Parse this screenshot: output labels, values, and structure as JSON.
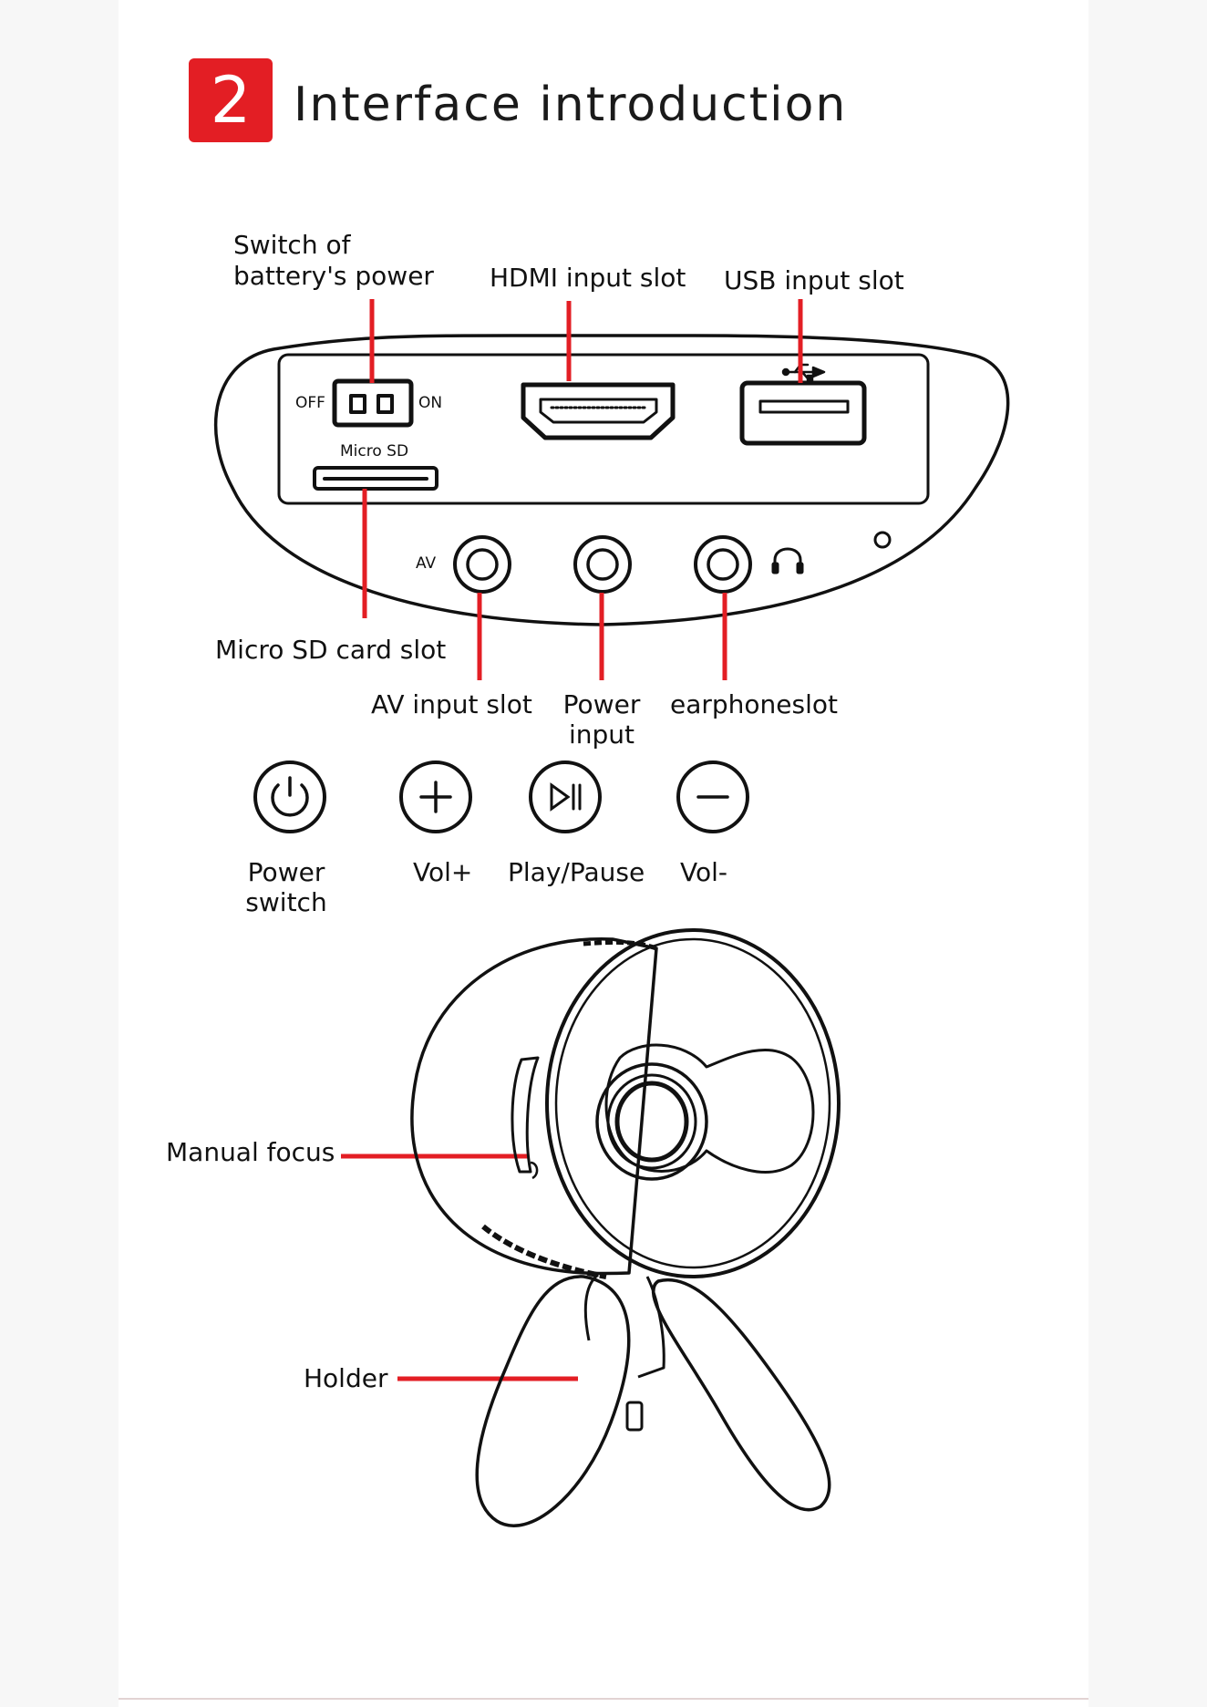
{
  "header": {
    "number": "2",
    "title": "Interface introduction"
  },
  "panel": {
    "switch_off": "OFF",
    "switch_on": "ON",
    "micro_sd": "Micro SD",
    "av": "AV"
  },
  "callouts": {
    "battery_switch_line1": "Switch of",
    "battery_switch_line2": "battery's power",
    "hdmi": "HDMI input slot",
    "usb": "USB input slot",
    "micro_sd_slot": "Micro SD card slot",
    "av_input": "AV input slot",
    "power_input_line1": "Power",
    "power_input_line2": "input",
    "earphone": "earphoneslot"
  },
  "buttons": {
    "power_line1": "Power",
    "power_line2": "switch",
    "vol_up": "Vol+",
    "play_pause": "Play/Pause",
    "vol_down": "Vol-"
  },
  "device": {
    "manual_focus": "Manual focus",
    "holder": "Holder"
  },
  "colors": {
    "accent": "#e31e24",
    "line": "#111111"
  }
}
